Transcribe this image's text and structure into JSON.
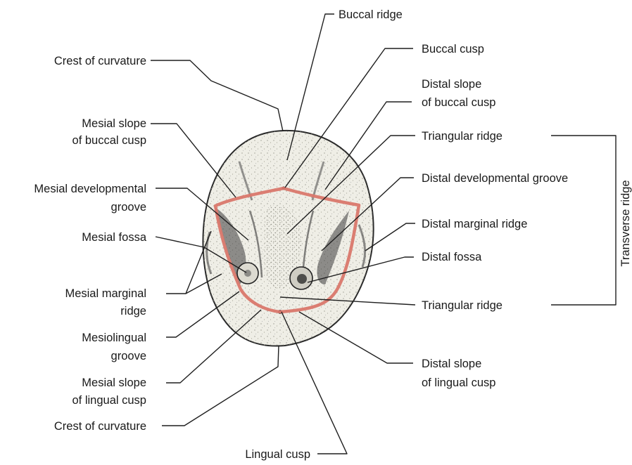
{
  "labels": {
    "buccal_ridge": "Buccal ridge",
    "buccal_cusp": "Buccal cusp",
    "distal_slope_buccal_1": "Distal slope",
    "distal_slope_buccal_2": "of buccal cusp",
    "triangular_ridge_top": "Triangular ridge",
    "distal_dev_groove": "Distal developmental groove",
    "distal_marginal_ridge": "Distal marginal ridge",
    "distal_fossa": "Distal fossa",
    "triangular_ridge_bottom": "Triangular ridge",
    "distal_slope_lingual_1": "Distal slope",
    "distal_slope_lingual_2": "of lingual cusp",
    "lingual_cusp": "Lingual cusp",
    "crest_top": "Crest of curvature",
    "mesial_slope_buccal_1": "Mesial slope",
    "mesial_slope_buccal_2": "of buccal cusp",
    "mesial_dev_groove_1": "Mesial developmental",
    "mesial_dev_groove_2": "groove",
    "mesial_fossa": "Mesial fossa",
    "mesial_marginal_1": "Mesial marginal",
    "mesial_marginal_2": "ridge",
    "mesiolingual_1": "Mesiolingual",
    "mesiolingual_2": "groove",
    "mesial_slope_lingual_1": "Mesial slope",
    "mesial_slope_lingual_2": "of lingual cusp",
    "crest_bottom": "Crest of curvature",
    "transverse_ridge": "Transverse ridge"
  },
  "colors": {
    "outline_highlight": "#d9776b",
    "tooth_fill": "#efeee6",
    "text": "#1a1a1a"
  }
}
